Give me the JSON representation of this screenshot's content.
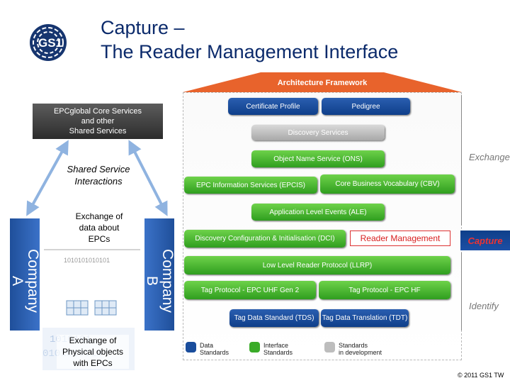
{
  "title": {
    "line1": "Capture –",
    "line2": "The Reader Management Interface"
  },
  "logo": {
    "text": "GS1"
  },
  "framework": {
    "roof_label": "Architecture Framework",
    "boxes": {
      "certificate_profile": "Certificate Profile",
      "pedigree": "Pedigree",
      "discovery_services": "Discovery Services",
      "ons": "Object Name Service (ONS)",
      "epcis": "EPC Information Services (EPCIS)",
      "cbv": "Core Business Vocabulary (CBV)",
      "ale": "Application Level Events (ALE)",
      "dci": "Discovery Configuration & Initialisation (DCI)",
      "llrp": "Low Level Reader Protocol (LLRP)",
      "tag_uhf": "Tag Protocol - EPC UHF Gen 2",
      "tag_hf": "Tag Protocol - EPC HF",
      "tds": "Tag Data Standard (TDS)",
      "tdt": "Tag Data Translation (TDT)"
    },
    "sides": {
      "exchange": "Exchange",
      "identify": "Identify"
    },
    "legend": {
      "data": "Data\nStandards",
      "interface": "Interface\nStandards",
      "dev": "Standards\nin development"
    },
    "colors": {
      "data": "#1a4d9c",
      "interface": "#3aab28",
      "dev": "#bdbdbd"
    }
  },
  "highlight": {
    "reader_management": "Reader Management",
    "capture": "Capture"
  },
  "left_diagram": {
    "core_line1": "EPCglobal Core Services",
    "core_line2": "and other",
    "core_line3": "Shared Services",
    "shared_line1": "Shared Service",
    "shared_line2": "Interactions",
    "exchange_line1": "Exchange of",
    "exchange_line2": "data about",
    "exchange_line3": "EPCs",
    "company_a_line1": "Company",
    "company_a_line2": "A",
    "company_b_line1": "Company",
    "company_b_line2": "B",
    "bits": "1010101010101",
    "physical_line1": "Exchange of",
    "physical_line2": "Physical objects",
    "physical_line3": "with EPCs"
  },
  "footer": {
    "copyright": "© 2011 GS1 TW"
  }
}
